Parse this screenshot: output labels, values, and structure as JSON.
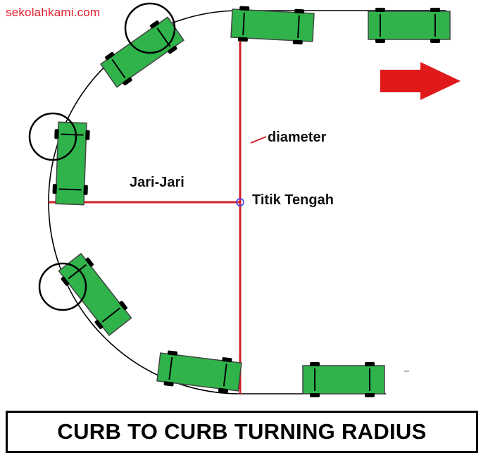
{
  "watermark": "sekolahkami.com",
  "labels": {
    "diameter": "diameter",
    "radius": "Jari-Jari",
    "center": "Titik Tengah"
  },
  "title": "CURB TO CURB TURNING RADIUS",
  "colors": {
    "car_body": "#2fb34a",
    "car_outline": "#444444",
    "wheel": "#000000",
    "measure_line": "#d11f26",
    "arrow": "#e01a1a",
    "center_marker": "#3a3aff"
  },
  "icons": {
    "direction": "right-arrow-icon",
    "wheel_highlight": "circle-outline-icon"
  }
}
